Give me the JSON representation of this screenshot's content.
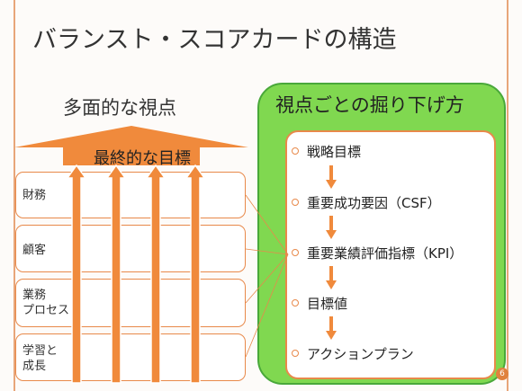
{
  "slide": {
    "title": "バランスト・スコアカードの構造",
    "left_heading": "多面的な視点",
    "goal_label": "最終的な目標",
    "perspectives": [
      "財務",
      "顧客",
      "業務\nプロセス",
      "学習と\n成長"
    ],
    "right_heading": "視点ごとの掘り下げ方",
    "steps": [
      "戦略目標",
      "重要成功要因（CSF）",
      "重要業績評価指標（KPI）",
      "目標値",
      "アクションプラン"
    ],
    "page_number": "6"
  },
  "colors": {
    "arrow_orange": "#f08a3c",
    "border_orange": "#e8894a",
    "panel_green": "#80d850",
    "panel_green_border": "#49a83a",
    "badge_orange": "#e0823e"
  },
  "icons": {
    "bullet": "hollow-circle-bullet",
    "step_arrow": "down-arrow"
  }
}
